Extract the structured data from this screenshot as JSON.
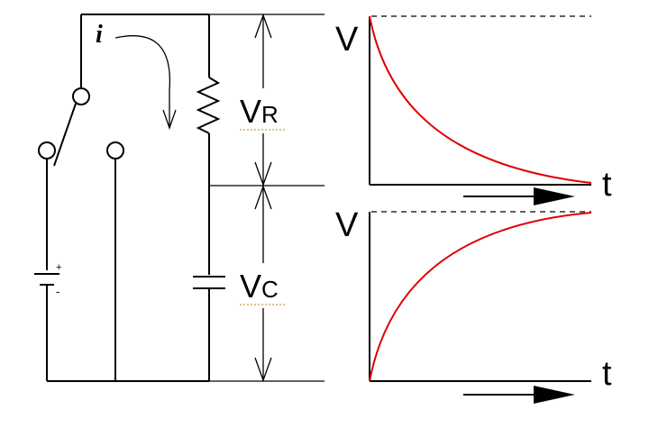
{
  "labels": {
    "current": "i",
    "resistor_voltage_main": "V",
    "resistor_voltage_sub": "R",
    "capacitor_voltage_main": "V",
    "capacitor_voltage_sub": "C",
    "graph_top_y": "V",
    "graph_top_x": "t",
    "graph_bottom_y": "V",
    "graph_bottom_x": "t",
    "battery_plus": "+",
    "battery_minus": "-"
  },
  "colors": {
    "wire": "#000000",
    "curve": "#e00000"
  }
}
